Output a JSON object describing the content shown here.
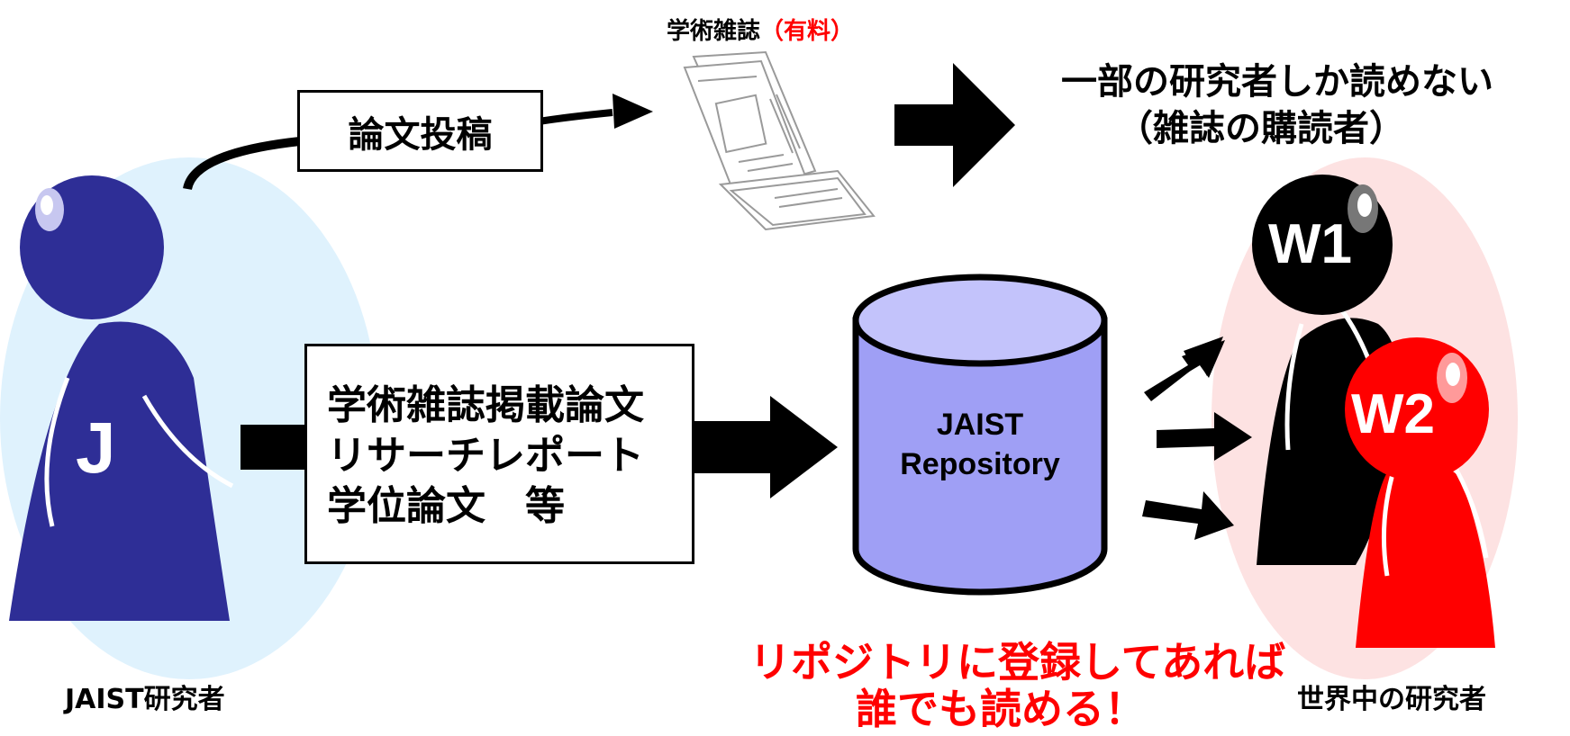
{
  "journal": {
    "title": "学術雑誌",
    "paid": "（有料）"
  },
  "submission_label": "論文投稿",
  "limited_access": {
    "line1": "一部の研究者しか読めない",
    "line2": "（雑誌の購読者）"
  },
  "deposit_box": {
    "line1": "学術雑誌掲載論文",
    "line2": "リサーチレポート",
    "line3": "学位論文　等"
  },
  "repository": {
    "line1": "JAIST",
    "line2": "Repository"
  },
  "open_access_message": {
    "line1": "リポジトリに登録してあれば",
    "line2": "誰でも読める！"
  },
  "jaist_researcher": {
    "badge": "J",
    "caption": "JAIST研究者"
  },
  "world_researchers": {
    "badge1": "W1",
    "badge2": "W2",
    "caption": "世界中の研究者"
  },
  "colors": {
    "jaist_blue": "#2e2e96",
    "world_red": "#ff0000",
    "cylinder": "#9f9ff5",
    "accent_red": "#ff0000"
  }
}
